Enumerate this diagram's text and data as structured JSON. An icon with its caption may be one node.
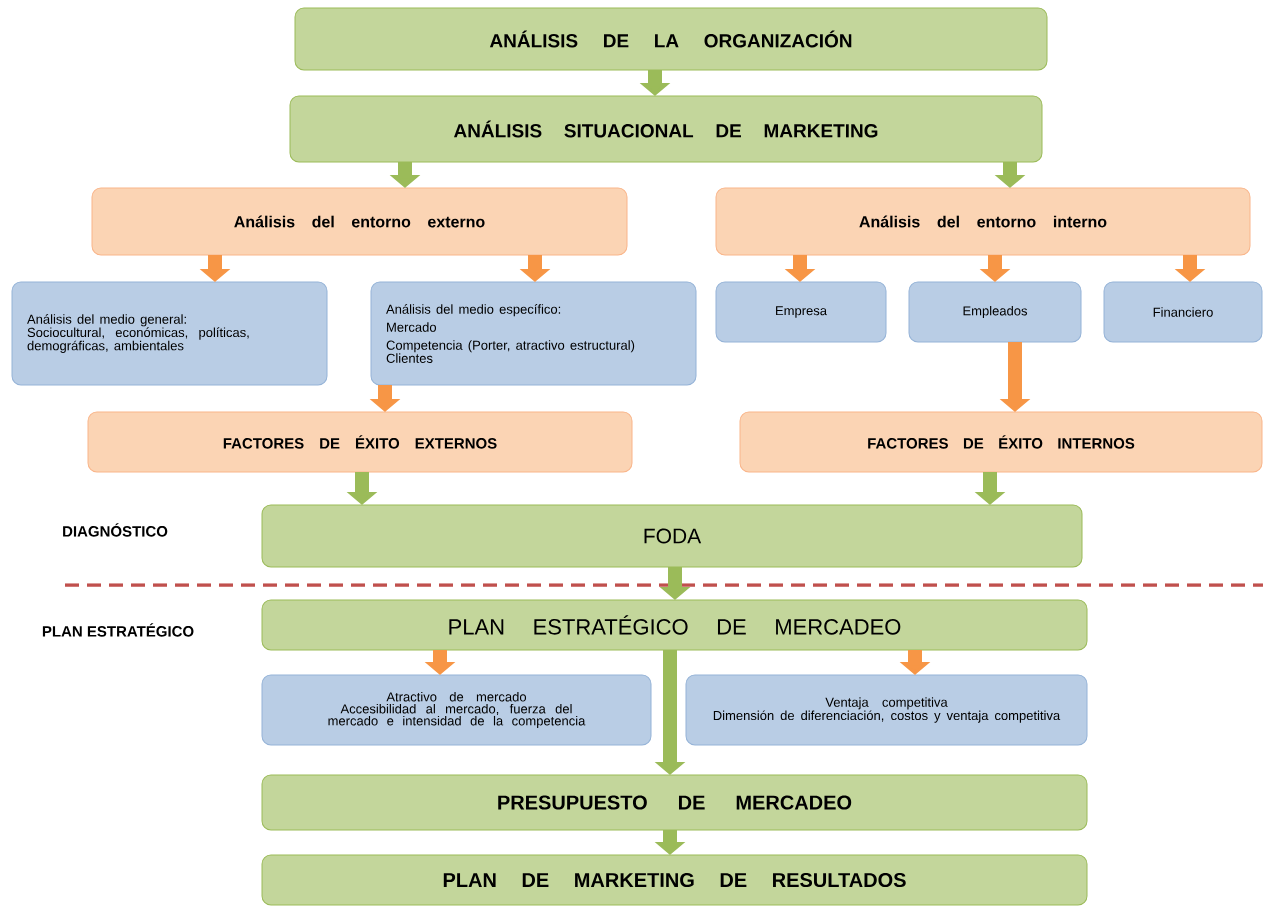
{
  "diagram": {
    "nodes": [
      {
        "text": [
          "ANÁLISIS DE LA ORGANIZACIÓN"
        ]
      },
      {
        "text": [
          "ANÁLISIS SITUACIONAL DE MARKETING"
        ]
      },
      {
        "text": [
          "Análisis del entorno externo"
        ]
      },
      {
        "text": [
          "Análisis del entorno interno"
        ]
      },
      {
        "text": [
          "Análisis del medio general:",
          "Sociocultural, económicas, políticas, demográficas, ambientales"
        ]
      },
      {
        "text": [
          "Análisis del medio específico:",
          "Mercado",
          "Competencia (Porter, atractivo estructural)",
          "Clientes"
        ]
      },
      {
        "text": [
          "Empresa"
        ]
      },
      {
        "text": [
          "Empleados"
        ]
      },
      {
        "text": [
          "Financiero"
        ]
      },
      {
        "text": [
          "FACTORES DE ÉXITO EXTERNOS"
        ]
      },
      {
        "text": [
          "FACTORES DE ÉXITO INTERNOS"
        ]
      },
      {
        "text": [
          "FODA"
        ]
      },
      {
        "text": [
          "PLAN ESTRATÉGICO DE MERCADEO"
        ]
      },
      {
        "text": [
          "Atractivo de mercado",
          "Accesibilidad al mercado, fuerza del mercado e intensidad de la competencia"
        ]
      },
      {
        "text": [
          "Ventaja competitiva",
          "Dimensión de diferenciación, costos y ventaja competitiva"
        ]
      },
      {
        "text": [
          "PRESUPUESTO DE MERCADEO"
        ]
      },
      {
        "text": [
          "PLAN DE MARKETING DE RESULTADOS"
        ]
      }
    ],
    "edges": [
      {
        "from": 0,
        "to": 1,
        "arrow": "to",
        "color": "#9bbb59"
      },
      {
        "from": 1,
        "to": 2,
        "arrow": "to",
        "color": "#9bbb59"
      },
      {
        "from": 1,
        "to": 3,
        "arrow": "to",
        "color": "#9bbb59"
      },
      {
        "from": 2,
        "to": 4,
        "arrow": "to"
      },
      {
        "from": 2,
        "to": 5,
        "arrow": "to"
      },
      {
        "from": 3,
        "to": 6,
        "arrow": "to"
      },
      {
        "from": 3,
        "to": 7,
        "arrow": "to"
      },
      {
        "from": 3,
        "to": 8,
        "arrow": "to"
      },
      {
        "from": 5,
        "to": 9,
        "arrow": "to"
      },
      {
        "from": 7,
        "to": 10,
        "arrow": "to"
      },
      {
        "from": 9,
        "to": 11,
        "arrow": "to",
        "color": "#9bbb59"
      },
      {
        "from": 10,
        "to": 11,
        "arrow": "to",
        "color": "#9bbb59"
      },
      {
        "from": 11,
        "to": 12,
        "arrow": "to",
        "color": "#9bbb59"
      },
      {
        "from": 12,
        "to": 13,
        "arrow": "to"
      },
      {
        "from": 12,
        "to": 14,
        "arrow": "to"
      },
      {
        "from": 12,
        "to": 15,
        "arrow": "to",
        "color": "#9bbb59"
      },
      {
        "from": 15,
        "to": 16,
        "arrow": "to",
        "color": "#9bbb59"
      }
    ],
    "labels": [
      "DIAGNÓSTICO",
      "PLAN ESTRATÉGICO"
    ]
  }
}
